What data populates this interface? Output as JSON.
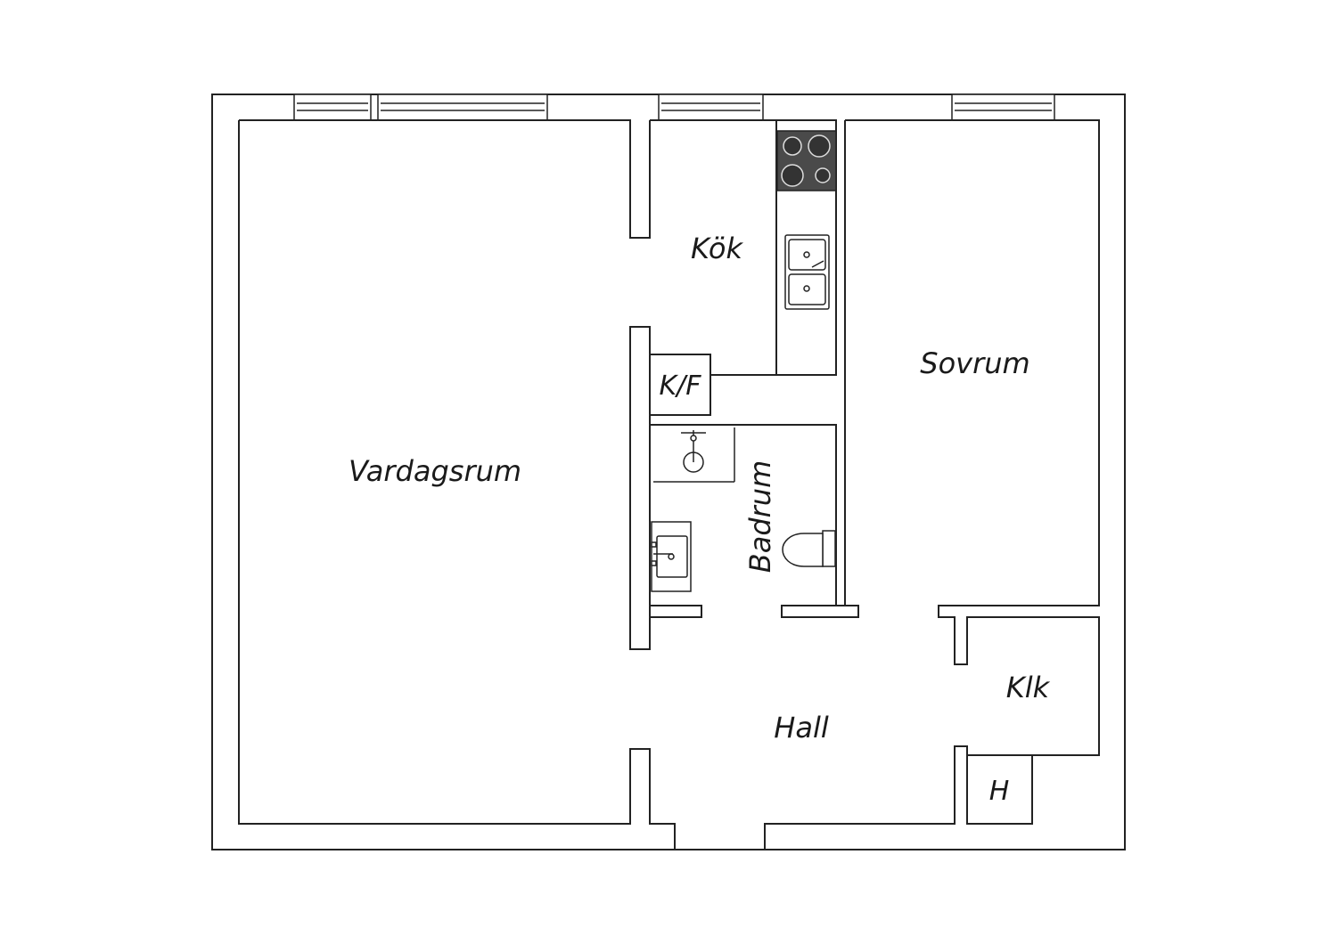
{
  "rooms": {
    "living_room": "Vardagsrum",
    "kitchen": "Kök",
    "bedroom": "Sovrum",
    "bathroom": "Badrum",
    "hall": "Hall",
    "closet": "Klk",
    "wardrobe": "H",
    "fridge_freezer": "K/F"
  },
  "colors": {
    "wall": "#222222",
    "stove": "#4a4a4a",
    "background": "#ffffff"
  }
}
